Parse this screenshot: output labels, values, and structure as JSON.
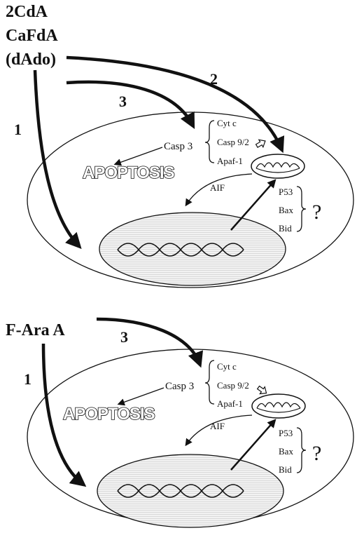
{
  "panel_top": {
    "drugs": [
      "2CdA",
      "CaFdA",
      "(dAdo)"
    ],
    "pathway_numbers": [
      "1",
      "2",
      "3"
    ],
    "caspase_label": "Casp 3",
    "apoptosis_label": "APOPTOSIS",
    "mito_factors": [
      "Cyt c",
      "Casp 9/2",
      "Apaf-1"
    ],
    "aif_label": "AIF",
    "nuclear_factors": [
      "P53",
      "Bax",
      "Bid"
    ],
    "question_mark": "?"
  },
  "panel_bottom": {
    "drugs": [
      "F-Ara A"
    ],
    "pathway_numbers": [
      "3",
      "1"
    ],
    "caspase_label": "Casp 3",
    "apoptosis_label": "APOPTOSIS",
    "mito_factors": [
      "Cyt c",
      "Casp 9/2",
      "Apaf-1"
    ],
    "aif_label": "AIF",
    "nuclear_factors": [
      "P53",
      "Bax",
      "Bid"
    ],
    "question_mark": "?"
  }
}
